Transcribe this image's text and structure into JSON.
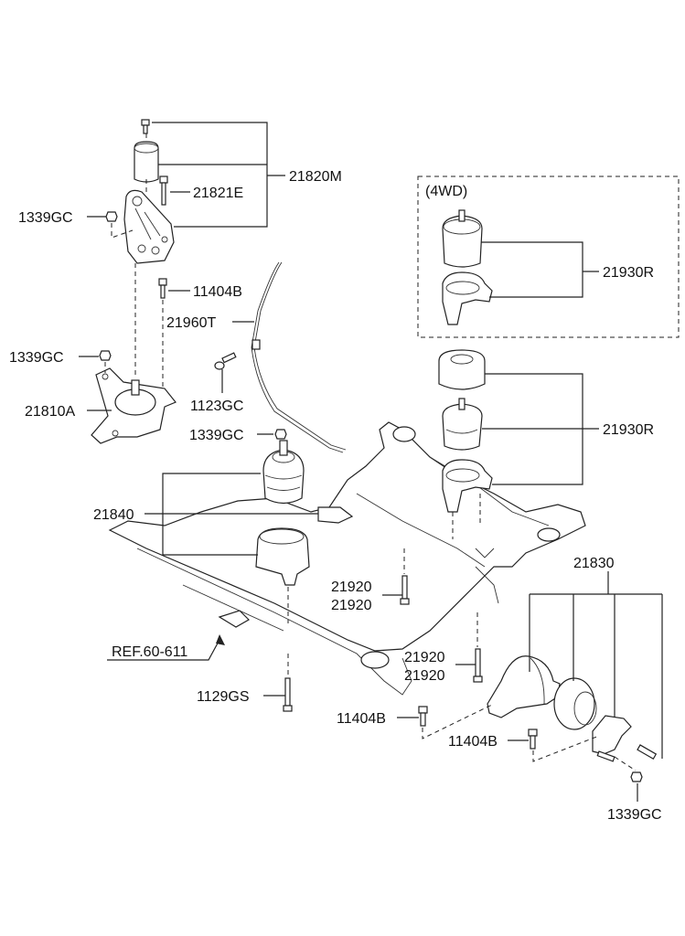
{
  "diagram": {
    "title": "Engine & Transaxle Mounting",
    "group_label": "(4WD)",
    "callouts": [
      {
        "id": "c1",
        "text": "21820M"
      },
      {
        "id": "c2",
        "text": "21821E"
      },
      {
        "id": "c3",
        "text": "1339GC"
      },
      {
        "id": "c4",
        "text": "11404B"
      },
      {
        "id": "c5",
        "text": "21960T"
      },
      {
        "id": "c6",
        "text": "1339GC"
      },
      {
        "id": "c7",
        "text": "1123GC"
      },
      {
        "id": "c8",
        "text": "21810A"
      },
      {
        "id": "c9",
        "text": "1339GC"
      },
      {
        "id": "c10",
        "text": "21930R"
      },
      {
        "id": "c11",
        "text": "21930R"
      },
      {
        "id": "c12",
        "text": "21840"
      },
      {
        "id": "c13",
        "text": "21920"
      },
      {
        "id": "c14",
        "text": "21920"
      },
      {
        "id": "c15",
        "text": "21830"
      },
      {
        "id": "c16",
        "text": "REF.60-611"
      },
      {
        "id": "c17",
        "text": "21920"
      },
      {
        "id": "c18",
        "text": "21920"
      },
      {
        "id": "c19",
        "text": "1129GS"
      },
      {
        "id": "c20",
        "text": "11404B"
      },
      {
        "id": "c21",
        "text": "11404B"
      },
      {
        "id": "c22",
        "text": "1339GC"
      }
    ]
  }
}
